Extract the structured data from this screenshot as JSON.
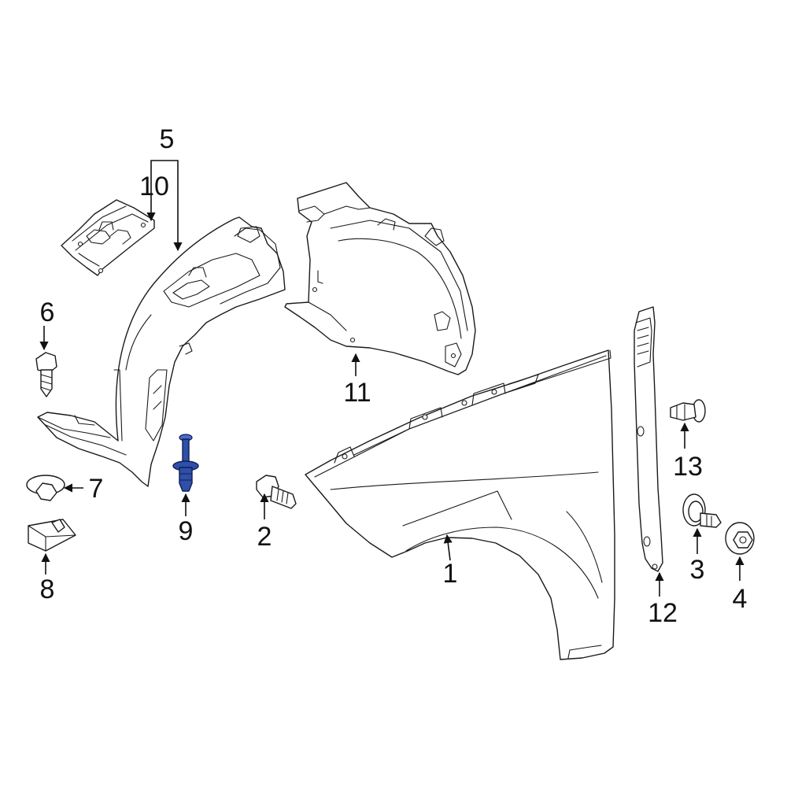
{
  "callouts": {
    "c1": "1",
    "c2": "2",
    "c3": "3",
    "c4": "4",
    "c5": "5",
    "c6": "6",
    "c7": "7",
    "c8": "8",
    "c9": "9",
    "c10": "10",
    "c11": "11",
    "c12": "12",
    "c13": "13"
  },
  "highlight": {
    "part": "9",
    "color": "#2f4fa8"
  }
}
